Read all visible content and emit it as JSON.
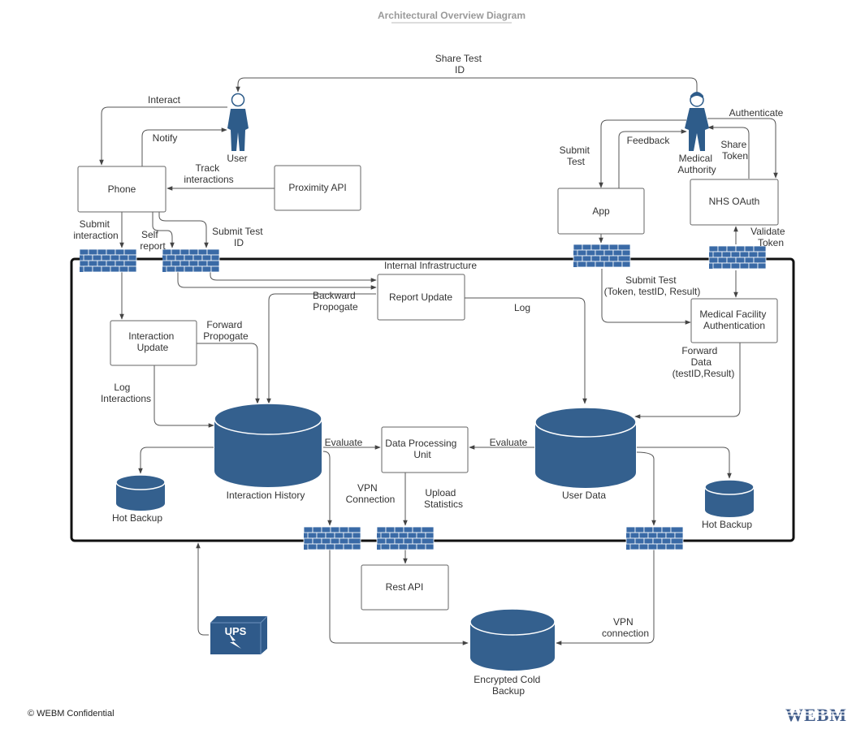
{
  "title": "Architectural Overview Diagram",
  "footer": {
    "copyright": "© WEBM Confidential",
    "logo": "WEBM"
  },
  "actors": {
    "user": "User",
    "medical_authority": [
      "Medical",
      "Authority"
    ]
  },
  "boxes": {
    "phone": "Phone",
    "proximity_api": "Proximity API",
    "app": "App",
    "nhs_oauth": "NHS OAuth",
    "report_update": "Report Update",
    "interaction_update": [
      "Interaction",
      "Update"
    ],
    "medical_facility_auth": [
      "Medical Facility",
      "Authentication"
    ],
    "data_processing_unit": [
      "Data Processing",
      "Unit"
    ],
    "rest_api": "Rest API"
  },
  "databases": {
    "interaction_history": "Interaction History",
    "user_data": "User Data",
    "hot_backup_left": "Hot Backup",
    "hot_backup_right": "Hot Backup",
    "cold_backup": [
      "Encrypted Cold",
      "Backup"
    ]
  },
  "ups_label": "UPS",
  "region_label": "Internal Infrastructure",
  "edge_labels": {
    "share_test_id": [
      "Share Test",
      "ID"
    ],
    "interact": "Interact",
    "notify": "Notify",
    "track_interactions": [
      "Track",
      "interactions"
    ],
    "submit_interaction": [
      "Submit",
      "interaction"
    ],
    "self_report": [
      "Self",
      "report"
    ],
    "submit_test_id": [
      "Submit Test",
      "ID"
    ],
    "submit_test": [
      "Submit",
      "Test"
    ],
    "feedback": "Feedback",
    "authenticate": "Authenticate",
    "share_token": [
      "Share",
      "Token"
    ],
    "validate_token": [
      "Validate",
      "Token"
    ],
    "submit_test_payload": [
      "Submit Test",
      "(Token, testID, Result)"
    ],
    "backward_propogate": [
      "Backward",
      "Propogate"
    ],
    "log": "Log",
    "forward_propogate": [
      "Forward",
      "Propogate"
    ],
    "forward_data": [
      "Forward",
      "Data",
      "(testID,Result)"
    ],
    "log_interactions": [
      "Log",
      "Interactions"
    ],
    "evaluate_left": "Evaluate",
    "evaluate_right": "Evaluate",
    "vpn_connection": [
      "VPN",
      "Connection"
    ],
    "upload_statistics": [
      "Upload",
      "Statistics"
    ],
    "vpn_connection_lower": [
      "VPN",
      "connection"
    ]
  }
}
